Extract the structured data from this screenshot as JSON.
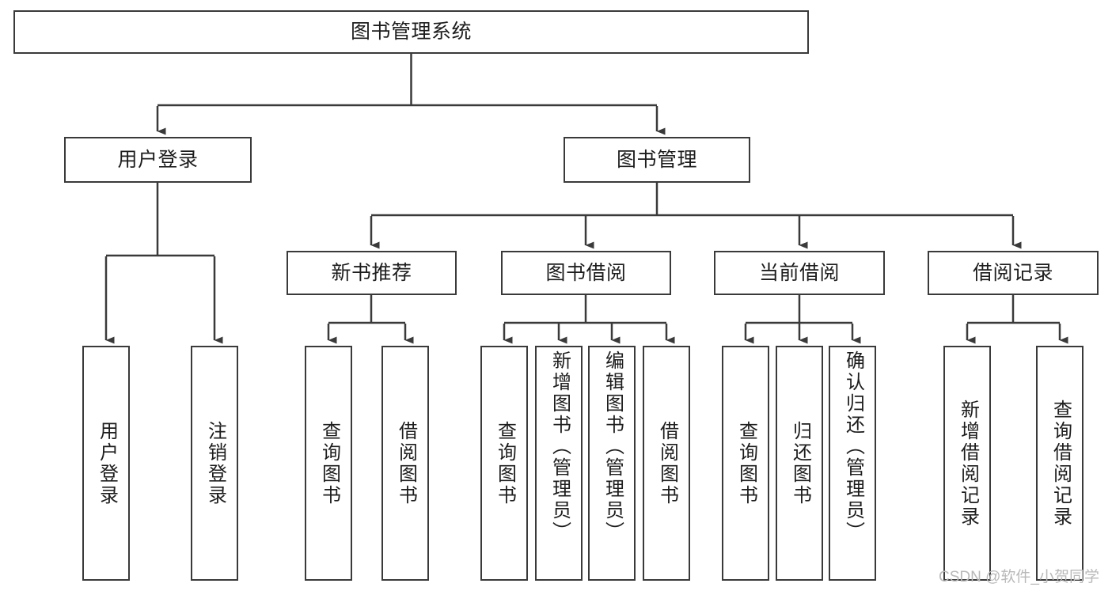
{
  "diagram": {
    "type": "tree-hierarchy-chart",
    "title": "图书管理系统",
    "nodes": {
      "root": {
        "label": "图书管理系统"
      },
      "level2": [
        {
          "label": "用户登录"
        },
        {
          "label": "图书管理"
        }
      ],
      "level3": [
        {
          "label": "新书推荐"
        },
        {
          "label": "图书借阅"
        },
        {
          "label": "当前借阅"
        },
        {
          "label": "借阅记录"
        }
      ],
      "leaves_user_login": [
        {
          "label": "用户登录"
        },
        {
          "label": "注销登录"
        }
      ],
      "leaves_new_book": [
        {
          "label": "查询图书"
        },
        {
          "label": "借阅图书"
        }
      ],
      "leaves_borrow": [
        {
          "label": "查询图书"
        },
        {
          "label": "新增图书（管理员）"
        },
        {
          "label": "编辑图书（管理员）"
        },
        {
          "label": "借阅图书"
        }
      ],
      "leaves_current": [
        {
          "label": "查询图书"
        },
        {
          "label": "归还图书"
        },
        {
          "label": "确认归还（管理员）"
        }
      ],
      "leaves_record": [
        {
          "label": "新增借阅记录"
        },
        {
          "label": "查询借阅记录"
        }
      ]
    },
    "watermark": "CSDN @软件_小贺同学",
    "colors": {
      "stroke": "#3a3a3a",
      "fill": "#ffffff",
      "text": "#1d1d1d",
      "watermark": "#b9b9b9"
    }
  }
}
